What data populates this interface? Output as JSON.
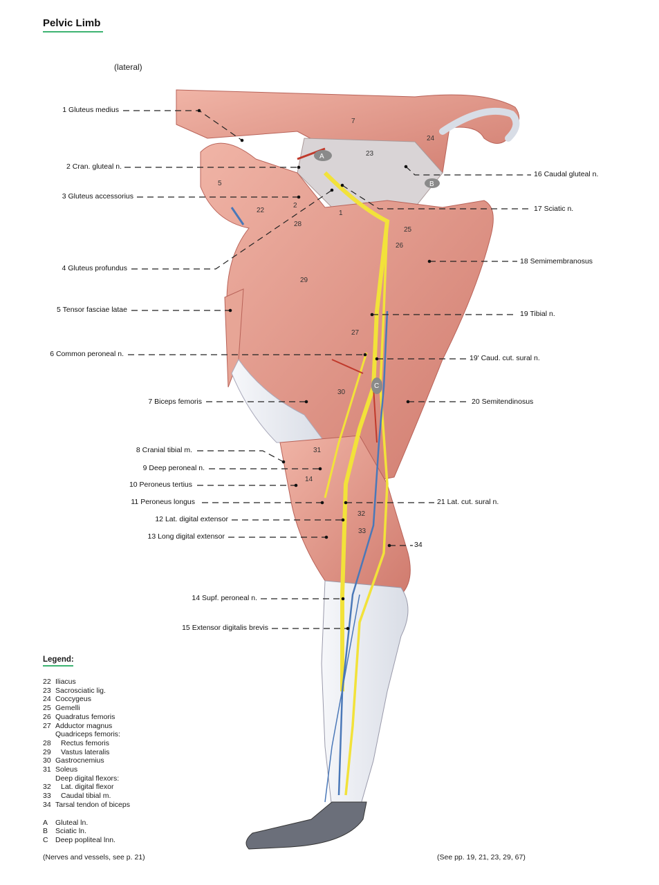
{
  "title": "Pelvic Limb",
  "view": "(lateral)",
  "labels_left": [
    {
      "id": "l1",
      "text": "1  Gluteus medius"
    },
    {
      "id": "l2",
      "text": "2  Cran. gluteal n."
    },
    {
      "id": "l3",
      "text": "3  Gluteus accessorius"
    },
    {
      "id": "l4",
      "text": "4  Gluteus profundus"
    },
    {
      "id": "l5",
      "text": "5  Tensor fasciae latae"
    },
    {
      "id": "l6",
      "text": "6  Common peroneal n."
    },
    {
      "id": "l7",
      "text": "7  Biceps femoris"
    },
    {
      "id": "l8",
      "text": "8  Cranial tibial m."
    },
    {
      "id": "l9",
      "text": "9  Deep peroneal n."
    },
    {
      "id": "l10",
      "text": "10  Peroneus tertius"
    },
    {
      "id": "l11",
      "text": "11  Peroneus longus"
    },
    {
      "id": "l12",
      "text": "12  Lat. digital extensor"
    },
    {
      "id": "l13",
      "text": "13  Long digital extensor"
    },
    {
      "id": "l14",
      "text": "14  Supf. peroneal n."
    },
    {
      "id": "l15",
      "text": "15  Extensor digitalis brevis"
    }
  ],
  "labels_right": [
    {
      "id": "r16",
      "text": "16  Caudal gluteal n."
    },
    {
      "id": "r17",
      "text": "17  Sciatic n."
    },
    {
      "id": "r18",
      "text": "18  Semimembranosus"
    },
    {
      "id": "r19",
      "text": "19  Tibial n."
    },
    {
      "id": "r19p",
      "text": "19' Caud. cut. sural n."
    },
    {
      "id": "r20",
      "text": "20  Semitendinosus"
    },
    {
      "id": "r21",
      "text": "21  Lat. cut. sural n."
    },
    {
      "id": "r34",
      "text": "34"
    }
  ],
  "figure_numbers": [
    "7",
    "23",
    "24",
    "5",
    "22",
    "2",
    "28",
    "1",
    "25",
    "26",
    "29",
    "27",
    "30",
    "31",
    "14",
    "32",
    "33"
  ],
  "figure_letters": [
    "A",
    "B",
    "C"
  ],
  "legend_title": "Legend:",
  "legend": [
    {
      "k": "22",
      "v": "Iliacus"
    },
    {
      "k": "23",
      "v": "Sacrosciatic lig."
    },
    {
      "k": "24",
      "v": "Coccygeus"
    },
    {
      "k": "25",
      "v": "Gemelli"
    },
    {
      "k": "26",
      "v": "Quadratus femoris"
    },
    {
      "k": "27",
      "v": "Adductor magnus"
    },
    {
      "k": "",
      "v": "Quadriceps femoris:"
    },
    {
      "k": "28",
      "v": "Rectus femoris",
      "indent": true
    },
    {
      "k": "29",
      "v": "Vastus lateralis",
      "indent": true
    },
    {
      "k": "30",
      "v": "Gastrocnemius"
    },
    {
      "k": "31",
      "v": "Soleus"
    },
    {
      "k": "",
      "v": "Deep digital flexors:"
    },
    {
      "k": "32",
      "v": "Lat. digital flexor",
      "indent": true
    },
    {
      "k": "33",
      "v": "Caudal tibial m.",
      "indent": true
    },
    {
      "k": "34",
      "v": "Tarsal tendon of biceps"
    }
  ],
  "legend_nodes": [
    {
      "k": "A",
      "v": "Gluteal ln."
    },
    {
      "k": "B",
      "v": "Sciatic ln."
    },
    {
      "k": "C",
      "v": "Deep popliteal lnn."
    }
  ],
  "footnote_left": "(Nerves and vessels, see p. 21)",
  "footnote_right": "(See pp. 19, 21, 23, 29, 67)",
  "colors": {
    "muscle": "#e39a8c",
    "muscle_dark": "#c96e62",
    "tendon": "#eef0f4",
    "nerve": "#f2e23a",
    "vein": "#4a78b8",
    "artery": "#c0392b",
    "accent": "#3cb371"
  }
}
